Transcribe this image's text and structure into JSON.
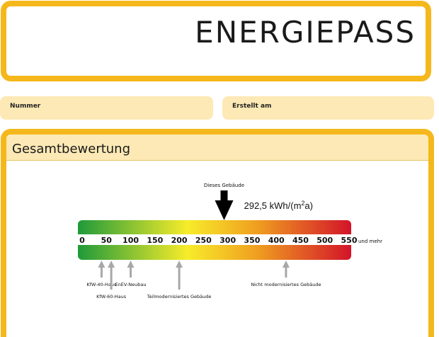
{
  "header": {
    "title": "ENERGIEPASS"
  },
  "fields": {
    "nummer_label": "Nummer",
    "erstellt_label": "Erstellt am"
  },
  "section": {
    "title": "Gesamtbewertung"
  },
  "scale": {
    "ticks": [
      0,
      50,
      100,
      150,
      200,
      250,
      300,
      350,
      400,
      450,
      500,
      550
    ],
    "max_suffix": "und mehr",
    "pointer_label": "Dieses Gebäude",
    "value_text": "292,5 kWh/(m",
    "value_sup": "2",
    "value_tail": "a)",
    "value": 292.5,
    "markers": [
      {
        "name": "KfW-40-Haus",
        "value": 40
      },
      {
        "name": "KfW-60-Haus",
        "value": 60
      },
      {
        "name": "EnEV-Neubau",
        "value": 100
      },
      {
        "name": "Teilmodernisiertes Gebäude",
        "value": 200
      },
      {
        "name": "Nicht modernisiertes Gebäude",
        "value": 420
      }
    ],
    "colors": {
      "green": "#1f9a3a",
      "yellow": "#f7ec2a",
      "orange": "#f0a020",
      "red": "#d3142a",
      "marker": "#a8a8a8"
    }
  }
}
